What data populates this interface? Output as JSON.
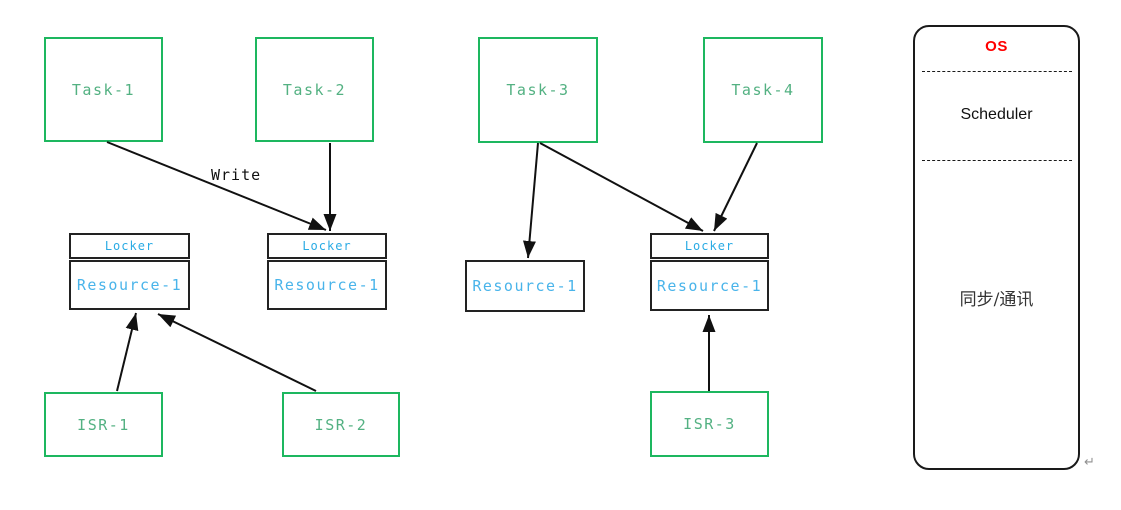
{
  "colors": {
    "task_border": "#1db75f",
    "task_text": "#53b182",
    "locker_text": "#2aabe4",
    "resource_text": "#49b4ea",
    "resource_border": "#222222",
    "arrow": "#111111",
    "os_title": "#ff0000",
    "os_text": "#111111"
  },
  "diagram": {
    "tasks": [
      {
        "label": "Task-1"
      },
      {
        "label": "Task-2"
      },
      {
        "label": "Task-3"
      },
      {
        "label": "Task-4"
      }
    ],
    "isrs": [
      {
        "label": "ISR-1"
      },
      {
        "label": "ISR-2"
      },
      {
        "label": "ISR-3"
      }
    ],
    "resources": [
      {
        "locker": "Locker",
        "label": "Resource-1"
      },
      {
        "locker": "Locker",
        "label": "Resource-1"
      },
      {
        "label": "Resource-1"
      },
      {
        "locker": "Locker",
        "label": "Resource-1"
      }
    ],
    "edge_labels": {
      "write": "Write"
    },
    "os_panel": {
      "title": "OS",
      "scheduler": "Scheduler",
      "sync_comm": "同步/通讯"
    },
    "return_mark": "↵"
  }
}
